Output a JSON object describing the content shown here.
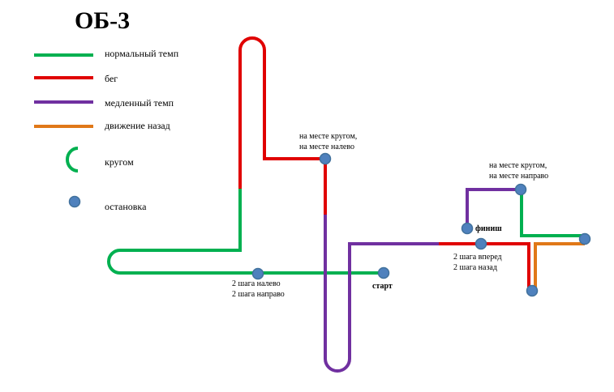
{
  "title": "ОБ-3",
  "colors": {
    "normal": "#00b050",
    "run": "#e00000",
    "slow": "#7030a0",
    "back": "#e07818",
    "stop": "#4f81bd"
  },
  "legend": [
    {
      "kind": "line",
      "color_key": "normal",
      "label": "нормальный темп"
    },
    {
      "kind": "line",
      "color_key": "run",
      "label": "бег"
    },
    {
      "kind": "line",
      "color_key": "slow",
      "label": "медленный темп"
    },
    {
      "kind": "line",
      "color_key": "back",
      "label": "движение назад"
    },
    {
      "kind": "arc",
      "color_key": "normal",
      "label": "кругом"
    },
    {
      "kind": "dot",
      "color_key": "stop",
      "label": "остановка"
    }
  ],
  "labels": {
    "start": "старт",
    "finish": "финиш",
    "stop1_line1": "2 шага налево",
    "stop1_line2": "2 шага направо",
    "stop2_line1": "на месте кругом,",
    "stop2_line2": "на месте налево",
    "stop3_line1": "2 шага вперед",
    "stop3_line2": "2 шага назад",
    "stop4_line1": "на месте кругом,",
    "stop4_line2": "на месте направо"
  }
}
